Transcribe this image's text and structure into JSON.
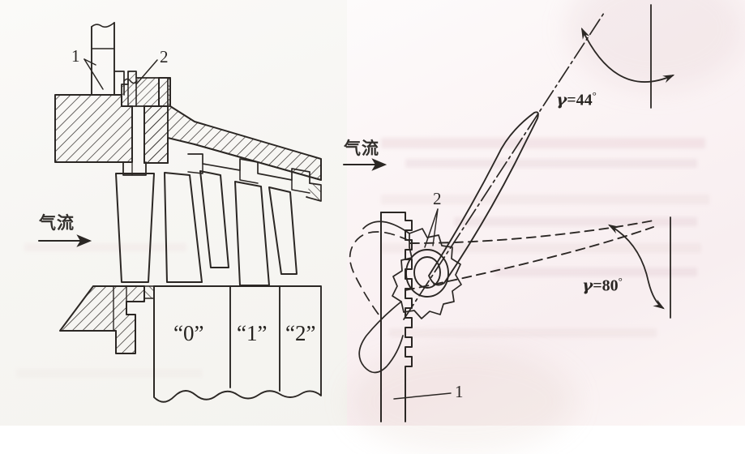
{
  "figure": {
    "kind": "engineering-line-drawing",
    "subject": "Axial compressor variable stator vane (VSV) mechanism",
    "panels": [
      {
        "id": "left",
        "name": "meridional-section-view",
        "description": "Hatched sectional view of compressor casing, rotor disc and stator vane rows"
      },
      {
        "id": "right",
        "name": "vane-actuation-detail-view",
        "description": "Detail of rack and splined lever hub rotating a vane between two stagger angles"
      }
    ]
  },
  "left_panel": {
    "airflow_label": "气流",
    "callouts": [
      {
        "id": "1",
        "label": "1"
      },
      {
        "id": "2",
        "label": "2"
      }
    ],
    "stage_labels": [
      "“0”",
      "“1”",
      "“2”"
    ]
  },
  "right_panel": {
    "airflow_label": "气流",
    "callouts": [
      {
        "id": "1",
        "label": "1"
      },
      {
        "id": "2",
        "label": "2"
      }
    ],
    "angles": [
      {
        "id": "closed",
        "symbol": "γ",
        "equals": "=",
        "value": "44",
        "unit": "°",
        "text": "γ=44°"
      },
      {
        "id": "open",
        "symbol": "γ",
        "equals": "=",
        "value": "80",
        "unit": "°",
        "text": "γ=80°"
      }
    ]
  },
  "colors": {
    "ink": "#2b2724",
    "ink_light": "#4a4542",
    "paper_left": "#f7f6f3",
    "paper_right": "#fbf4f5",
    "ghost_text": "#d6a8b2"
  }
}
